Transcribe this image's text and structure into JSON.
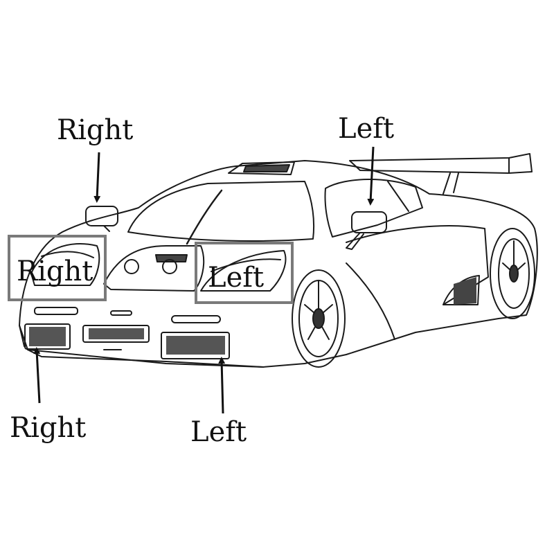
{
  "colors": {
    "ink": "#1a1a1a",
    "box": "#7a7a7a",
    "arrow": "#111111",
    "background": "#ffffff"
  },
  "labels": {
    "mirror_right": "Right",
    "mirror_left": "Left",
    "headlight_right": "Right",
    "headlight_left": "Left",
    "intake_right": "Right",
    "intake_left": "Left"
  }
}
